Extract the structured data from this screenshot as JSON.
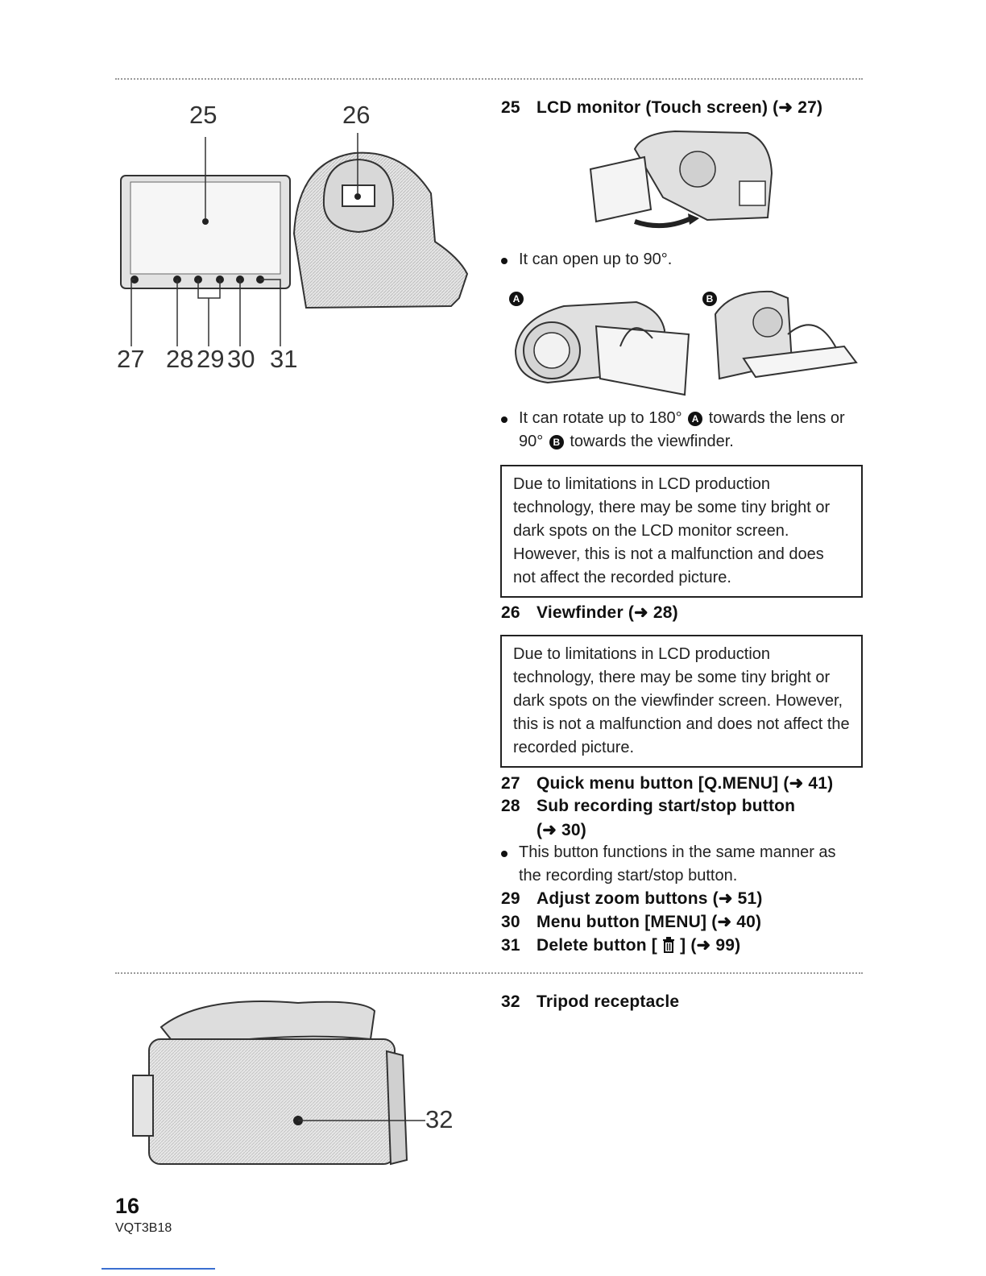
{
  "items": {
    "25": {
      "num": "25",
      "title": "LCD monitor (Touch screen) (➜ 27)"
    },
    "26": {
      "num": "26",
      "title": "Viewfinder (➜ 28)"
    },
    "27": {
      "num": "27",
      "title": "Quick menu button [Q.MENU] (➜ 41)"
    },
    "28": {
      "num": "28",
      "title": "Sub recording start/stop button",
      "title_line2": "(➜ 30)"
    },
    "29": {
      "num": "29",
      "title": "Adjust zoom buttons (➜ 51)"
    },
    "30": {
      "num": "30",
      "title": "Menu button [MENU] (➜ 40)"
    },
    "31": {
      "num": "31",
      "title_pre": "Delete button [",
      "title_post": "] (➜ 99)"
    },
    "32": {
      "num": "32",
      "title": "Tripod receptacle"
    }
  },
  "bullets": {
    "open": "It can open up to 90°.",
    "rotate_1": "It can rotate up to 180°",
    "rotate_2": "towards the lens",
    "rotate_3": "or 90°",
    "rotate_4": "towards the viewfinder.",
    "sub_rec": "This button functions in the same manner as the recording start/stop button."
  },
  "markers": {
    "a": "A",
    "b": "B"
  },
  "notes": {
    "lcd": "Due to limitations in LCD production technology, there may be some tiny bright or dark spots on the LCD monitor screen. However, this is not a malfunction and does not affect the recorded picture.",
    "viewfinder": "Due to limitations in LCD production technology, there may be some tiny bright or dark spots on the viewfinder screen. However, this is not a malfunction and does not affect the recorded picture."
  },
  "callouts": {
    "c25": "25",
    "c26": "26",
    "c27": "27",
    "c28": "28",
    "c29": "29",
    "c30": "30",
    "c31": "31",
    "c32": "32"
  },
  "footer": {
    "page_number": "16",
    "model_code": "VQT3B18"
  },
  "icons": [
    "trash-icon",
    "camcorder-illustration"
  ]
}
